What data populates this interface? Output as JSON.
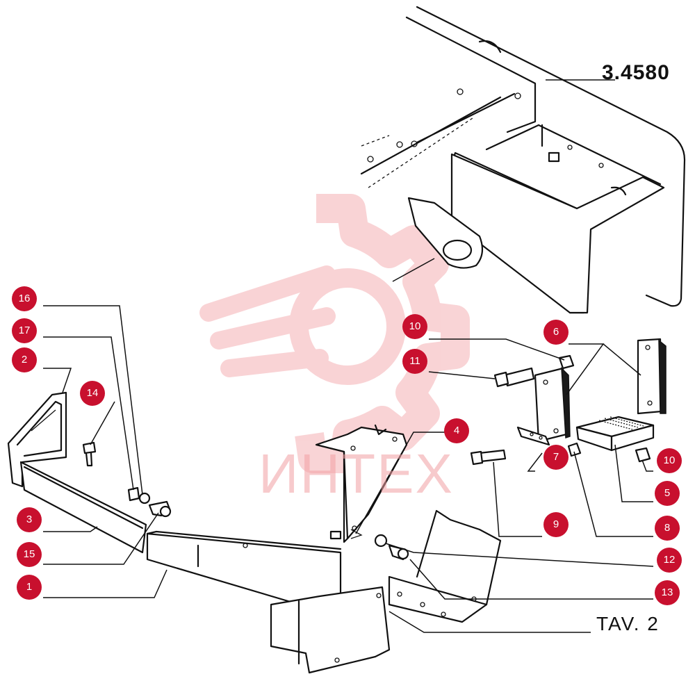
{
  "diagram": {
    "part_reference": "3.4580",
    "table_label": "TAV. 2",
    "watermark_text": "ИНТЕХ",
    "colors": {
      "callout": "#c8102e",
      "watermark": "#f2a0a4",
      "ink": "#111111"
    },
    "callouts": [
      {
        "label": "16"
      },
      {
        "label": "17"
      },
      {
        "label": "2"
      },
      {
        "label": "14"
      },
      {
        "label": "3"
      },
      {
        "label": "15"
      },
      {
        "label": "1"
      },
      {
        "label": "10"
      },
      {
        "label": "11"
      },
      {
        "label": "6"
      },
      {
        "label": "4"
      },
      {
        "label": "7"
      },
      {
        "label": "10"
      },
      {
        "label": "5"
      },
      {
        "label": "9"
      },
      {
        "label": "8"
      },
      {
        "label": "12"
      },
      {
        "label": "13"
      }
    ]
  }
}
